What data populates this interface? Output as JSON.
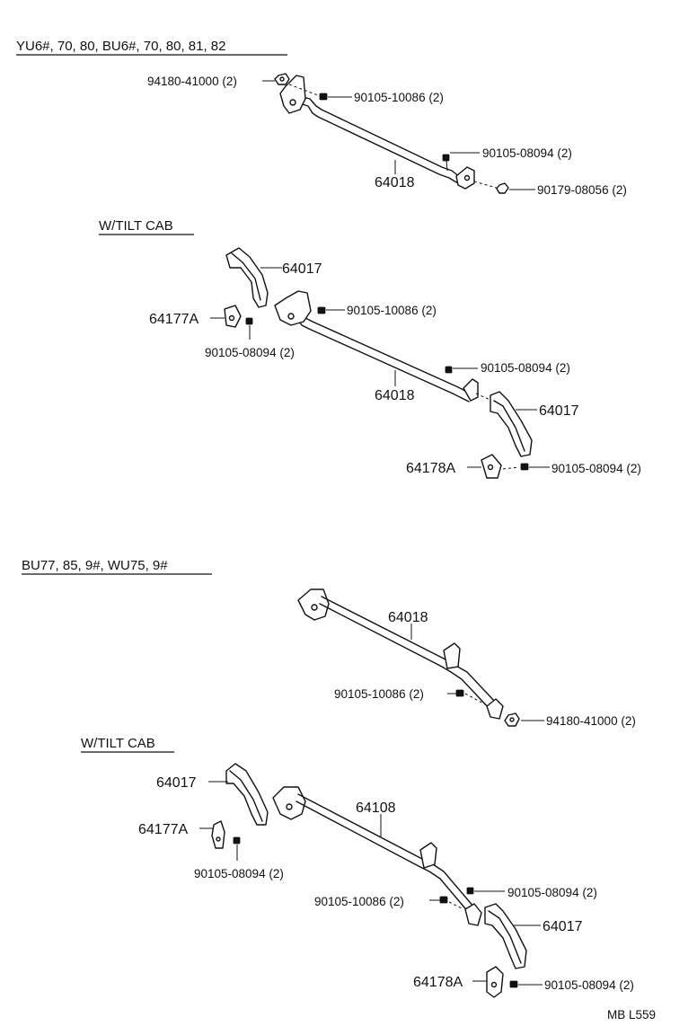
{
  "sections": {
    "s1_title": "YU6#, 70, 80, BU6#, 70, 80, 81, 82",
    "s2_title": "W/TILT CAB",
    "s3_title": "BU77, 85, 9#, WU75, 9#",
    "s4_title": "W/TILT CAB"
  },
  "labels": {
    "s1_94180": "94180-41000 (2)",
    "s1_90105_10086": "90105-10086 (2)",
    "s1_90105_08094": "90105-08094 (2)",
    "s1_64018": "64018",
    "s1_90179": "90179-08056 (2)",
    "s2_64017_top": "64017",
    "s2_64177A": "64177A",
    "s2_90105_10086": "90105-10086 (2)",
    "s2_90105_08094_left": "90105-08094 (2)",
    "s2_90105_08094_right": "90105-08094 (2)",
    "s2_64018": "64018",
    "s2_64017_bottom": "64017",
    "s2_64178A": "64178A",
    "s2_90105_08094_bottom": "90105-08094 (2)",
    "s3_64018": "64018",
    "s3_90105_10086": "90105-10086 (2)",
    "s3_94180": "94180-41000 (2)",
    "s4_64017_top": "64017",
    "s4_64108": "64108",
    "s4_64177A": "64177A",
    "s4_90105_08094_left": "90105-08094 (2)",
    "s4_90105_08094_right": "90105-08094 (2)",
    "s4_90105_10086": "90105-10086 (2)",
    "s4_64017_bottom": "64017",
    "s4_64178A": "64178A",
    "s4_90105_08094_bottom": "90105-08094 (2)"
  },
  "footer_code": "MB L559"
}
